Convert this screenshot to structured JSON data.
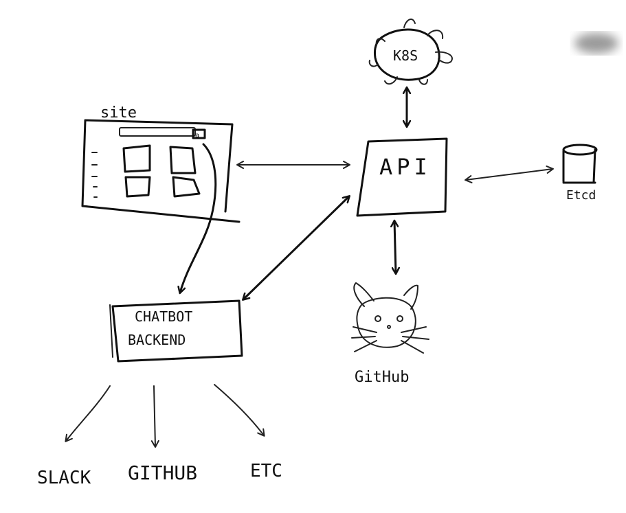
{
  "labels": {
    "site": "site",
    "k8s": "K8S",
    "api": "API",
    "etcd": "Etcd",
    "github_cat": "GitHub",
    "chatbot_line1": "CHATBOT",
    "chatbot_line2": "BACKEND",
    "out_slack": "SLACK",
    "out_github": "GITHUB",
    "out_etc": "ETC"
  },
  "colors": {
    "ink": "#111111",
    "background": "#ffffff",
    "smudge": "#8a8a8a"
  }
}
